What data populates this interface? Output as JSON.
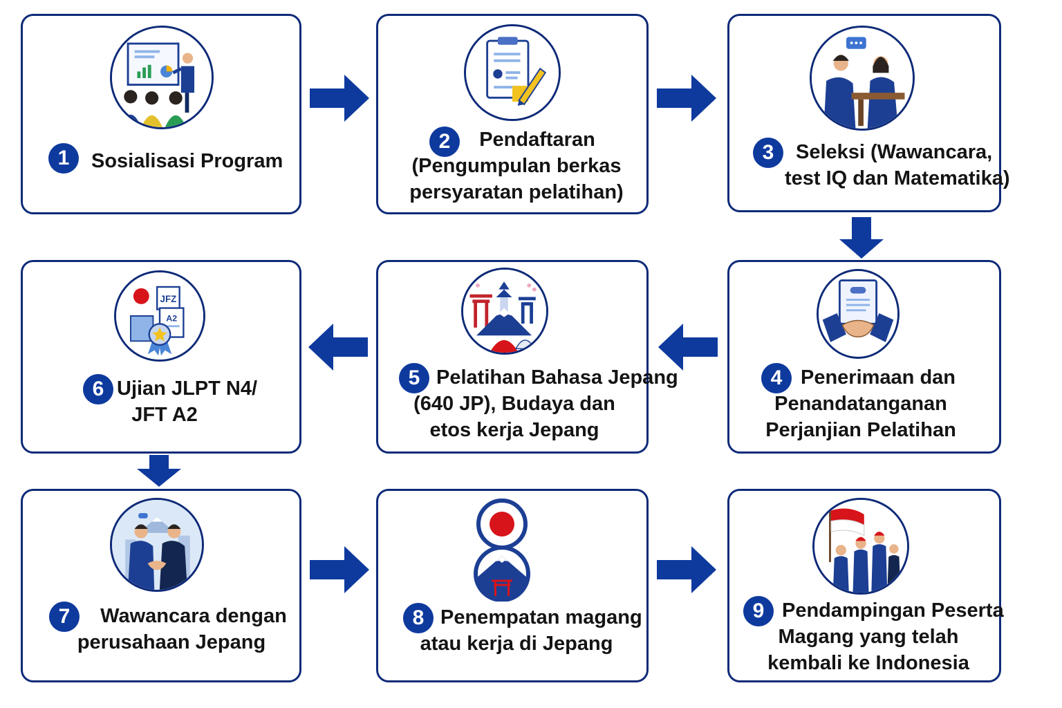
{
  "colors": {
    "accent": "#0e3a9e",
    "border": "#0e2a78",
    "japan_red": "#d7141a"
  },
  "steps": [
    {
      "number": "1",
      "lines": [
        "Sosialisasi Program"
      ],
      "icon": "presentation-icon"
    },
    {
      "number": "2",
      "lines": [
        "Pendaftaran",
        "(Pengumpulan berkas",
        "persyaratan pelatihan)"
      ],
      "icon": "clipboard-form-icon"
    },
    {
      "number": "3",
      "lines": [
        "Seleksi (Wawancara,",
        "test IQ dan Matematika)"
      ],
      "icon": "interview-icon"
    },
    {
      "number": "4",
      "lines": [
        "Penerimaan dan",
        "Penandatanganan",
        "Perjanjian Pelatihan"
      ],
      "icon": "handshake-contract-icon"
    },
    {
      "number": "5",
      "lines": [
        "Pelatihan Bahasa Jepang",
        "(640 JP), Budaya dan",
        "etos kerja Jepang"
      ],
      "icon": "japan-culture-icon"
    },
    {
      "number": "6",
      "lines": [
        "Ujian JLPT N4/",
        "JFT A2"
      ],
      "icon": "certificate-icon"
    },
    {
      "number": "7",
      "lines": [
        "Wawancara dengan",
        "perusahaan Jepang"
      ],
      "icon": "company-handshake-icon"
    },
    {
      "number": "8",
      "lines": [
        "Penempatan magang",
        "atau kerja di Jepang"
      ],
      "icon": "japan-placement-icon"
    },
    {
      "number": "9",
      "lines": [
        "Pendampingan Peserta",
        "Magang yang telah",
        "kembali ke Indonesia"
      ],
      "icon": "returnees-flag-icon"
    }
  ],
  "icon_labels": {
    "cert_top": "JFZ",
    "cert_mid": "A2"
  }
}
